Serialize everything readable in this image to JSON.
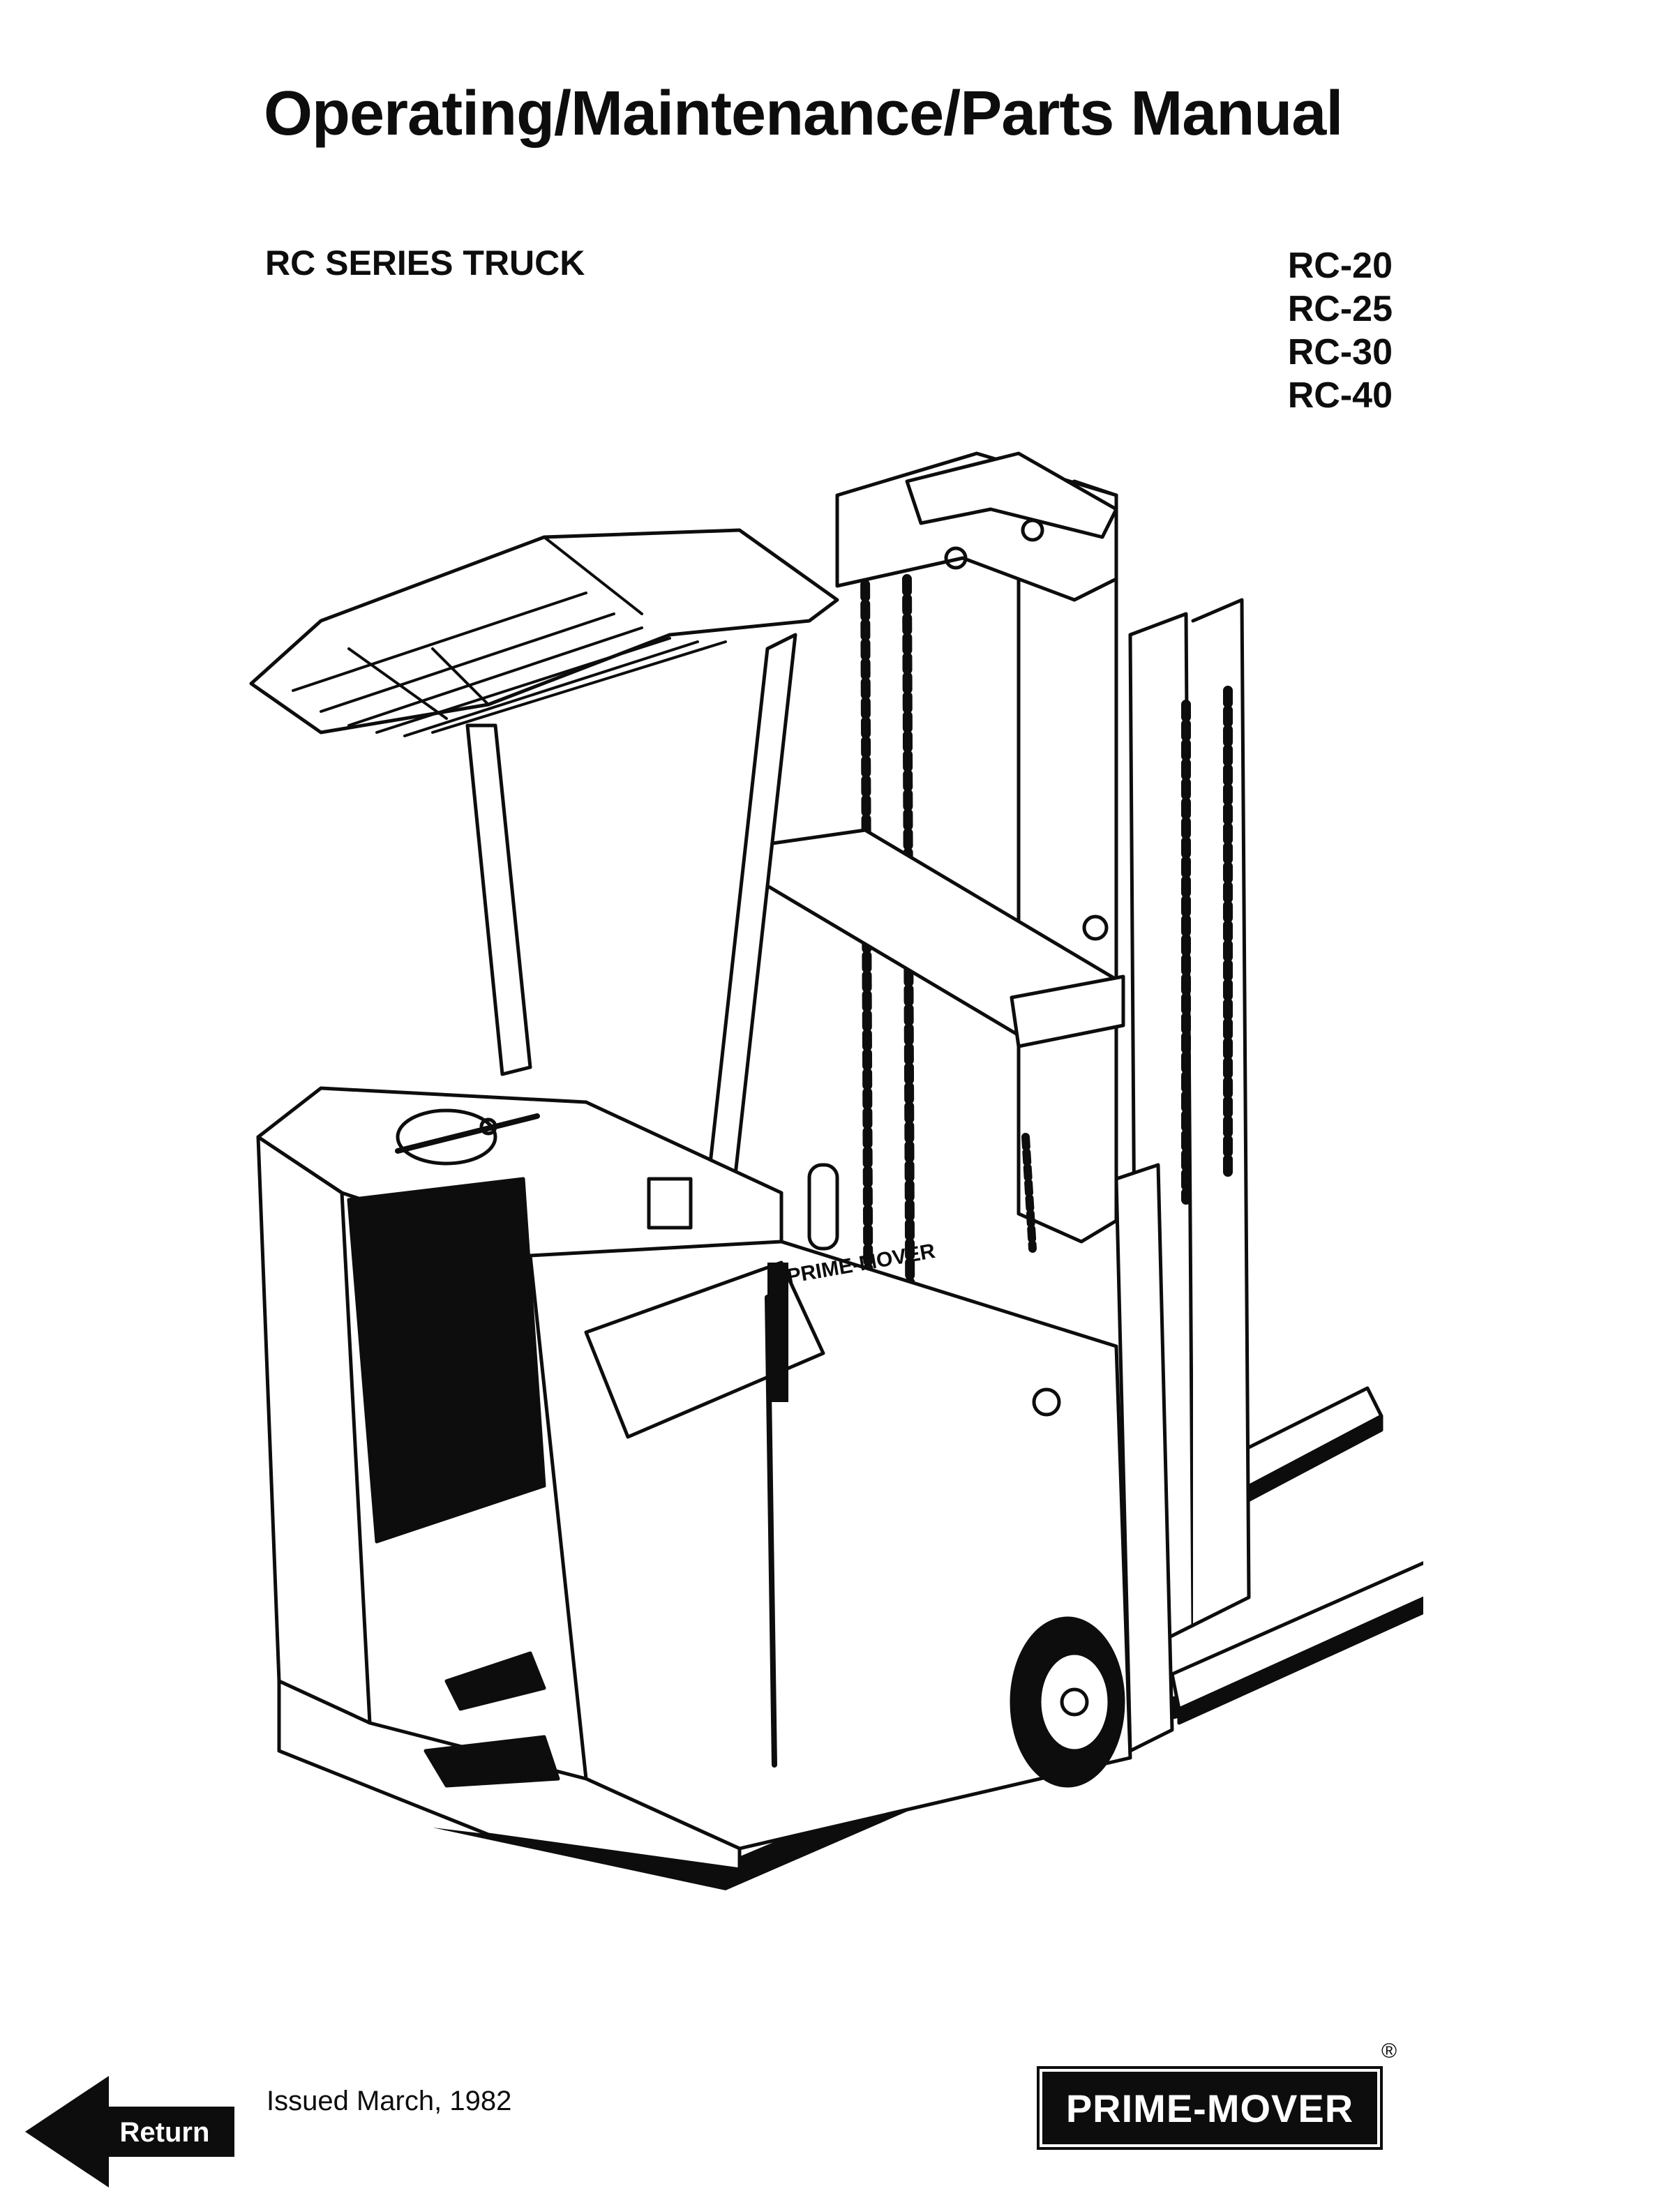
{
  "document": {
    "title": "Operating/Maintenance/Parts Manual",
    "series": "RC SERIES TRUCK",
    "models": [
      "RC-20",
      "RC-25",
      "RC-30",
      "RC-40"
    ],
    "issued": "Issued March, 1982",
    "brand": "PRIME-MOVER",
    "brand_mark": "®",
    "truck_decal": "PRIME-MOVER"
  },
  "nav": {
    "return_label": "Return",
    "return_icon": "left-arrow-icon"
  }
}
